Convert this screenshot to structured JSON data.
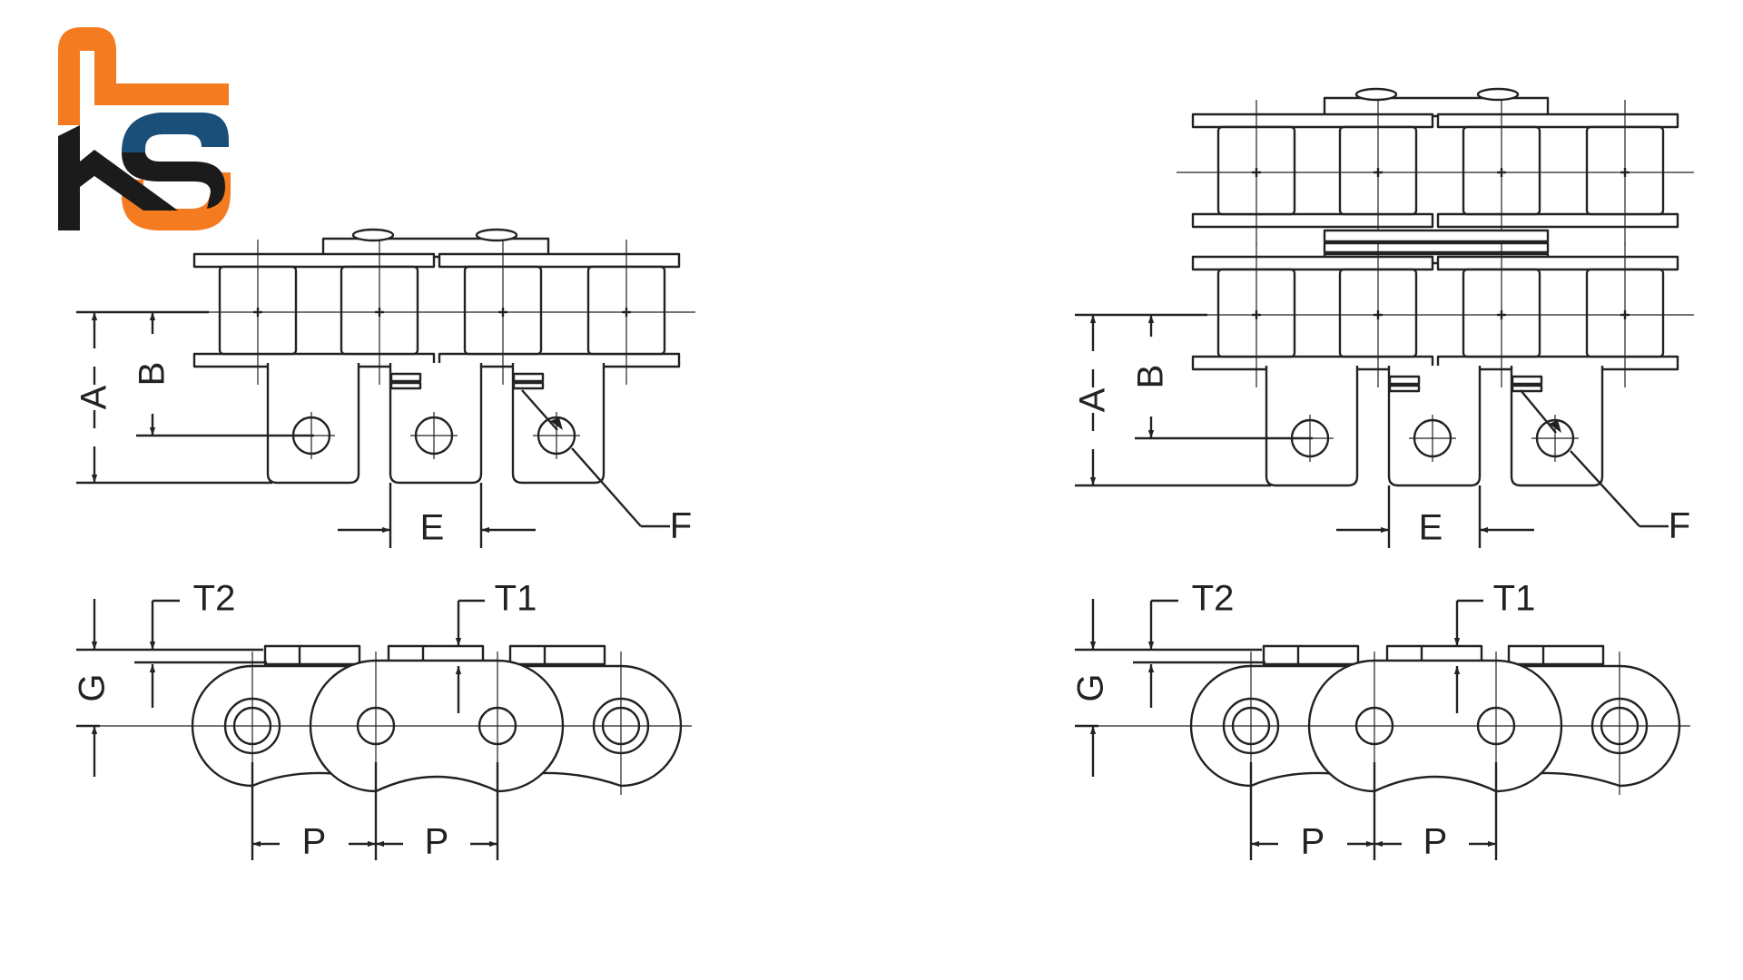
{
  "logo": {
    "text": "KS",
    "colors": {
      "orange": "#f47b20",
      "navy": "#1a4f7a",
      "black": "#1b1b1b"
    }
  },
  "colors": {
    "line": "#222222",
    "background": "#ffffff"
  },
  "drawings": {
    "single_strand": {
      "top_view_labels": {
        "a": "A",
        "b": "B",
        "e": "E",
        "f": "F"
      },
      "side_view_labels": {
        "t2": "T2",
        "t1": "T1",
        "g": "G",
        "p1": "P",
        "p2": "P"
      }
    },
    "double_strand": {
      "top_view_labels": {
        "a": "A",
        "b": "B",
        "e": "E",
        "f": "F"
      },
      "side_view_labels": {
        "t2": "T2",
        "t1": "T1",
        "g": "G",
        "p1": "P",
        "p2": "P"
      }
    }
  }
}
